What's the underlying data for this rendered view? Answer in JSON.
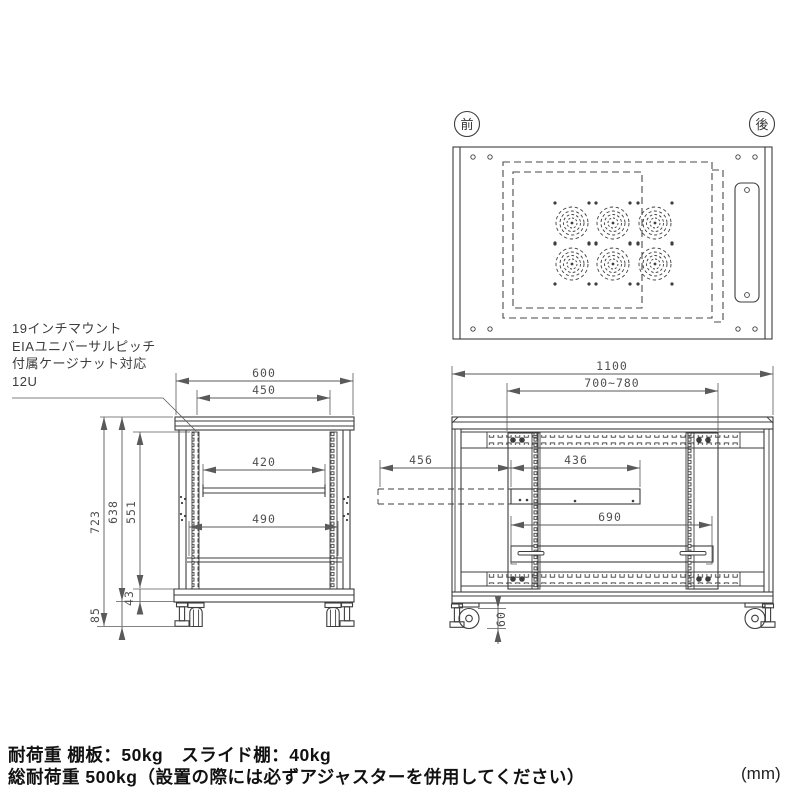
{
  "annotation": {
    "lines": [
      "19インチマウント",
      "EIAユニバーサルピッチ",
      "付属ケージナット対応",
      "12U"
    ]
  },
  "top_view": {
    "front_label": "前",
    "rear_label": "後"
  },
  "front_view": {
    "dim_width": "600",
    "dim_rail_width": "450",
    "dim_shelf_width": "420",
    "dim_lower_shelf_width": "490",
    "dim_total_height": "723",
    "dim_frame_height": "638",
    "dim_interior_height": "551",
    "dim_base_height": "43",
    "dim_caster_height": "85"
  },
  "side_view": {
    "dim_depth": "1100",
    "dim_mount_pitch": "700~780",
    "dim_slide_travel": "456",
    "dim_slide_depth": "436",
    "dim_shelf_depth": "690",
    "dim_caster_diameter": "60"
  },
  "footer": {
    "load_line": "耐荷重 棚板：50kg　スライド棚：40kg",
    "total_load_line": "総耐荷重 500kg（設置の際には必ずアジャスターを併用してください）",
    "unit_label": "(mm)"
  }
}
